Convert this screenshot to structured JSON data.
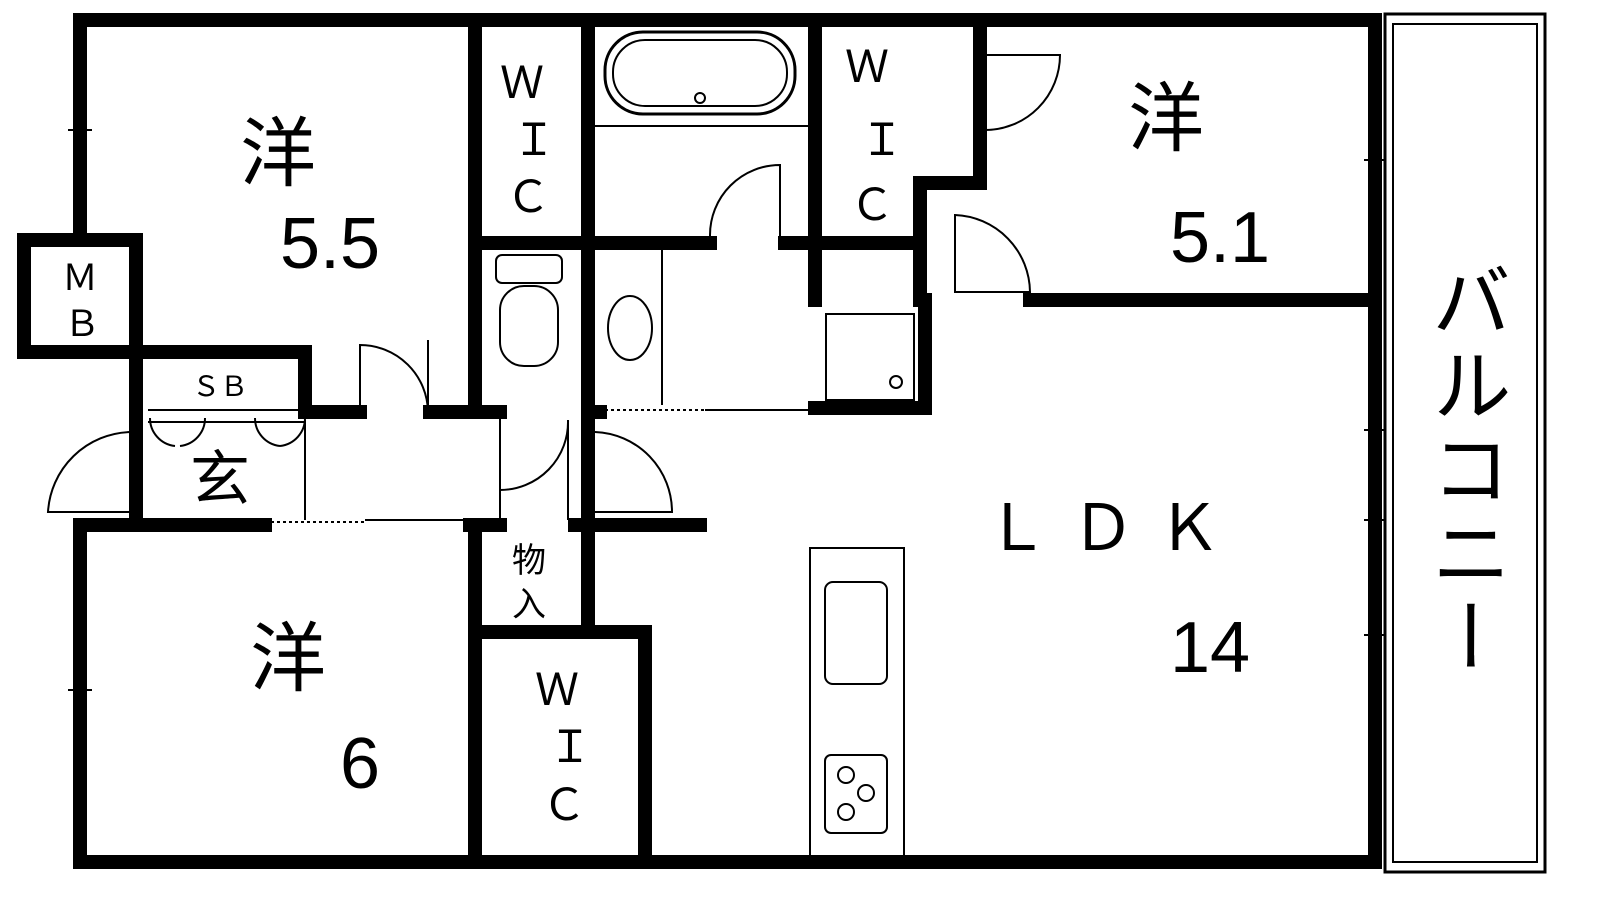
{
  "rooms": {
    "western_a": {
      "type": "洋",
      "size": "5.5"
    },
    "western_b": {
      "type": "洋",
      "size": "5.1"
    },
    "western_c": {
      "type": "洋",
      "size": "6"
    },
    "ldk": {
      "name": "ＬＤＫ",
      "size": "14"
    },
    "entrance": {
      "name": "玄"
    },
    "shoe_box": {
      "name": "ＳＢ"
    },
    "meter_box": {
      "line1": "Ｍ",
      "line2": "Ｂ"
    },
    "storage": {
      "line1": "物",
      "line2": "入"
    },
    "balcony": {
      "name": "バルコニー"
    },
    "wic": {
      "line1": "Ｗ",
      "line2": "Ｉ",
      "line3": "Ｃ"
    }
  }
}
